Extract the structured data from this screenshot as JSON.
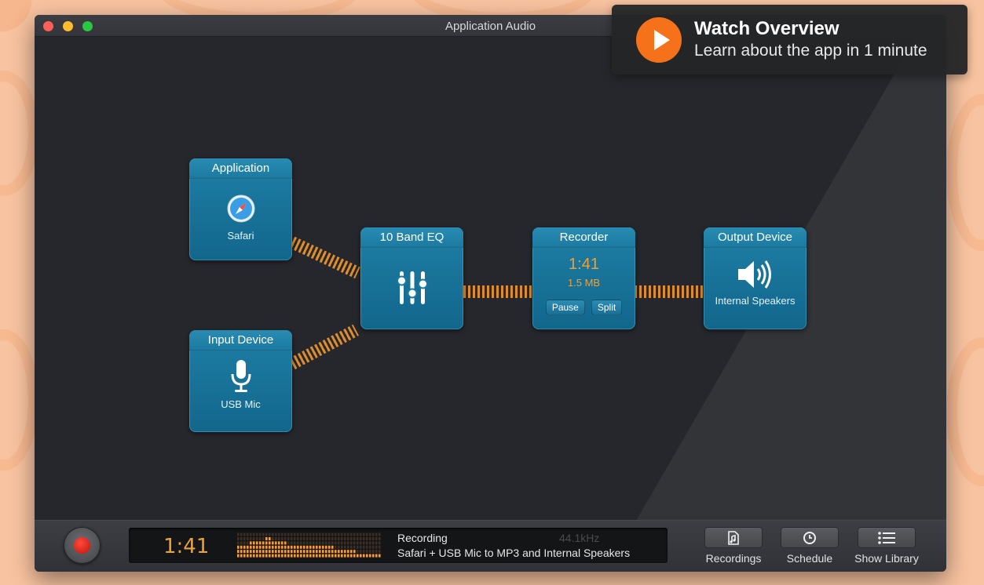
{
  "window": {
    "title": "Application Audio"
  },
  "nodes": {
    "application": {
      "header": "Application",
      "label": "Safari"
    },
    "input": {
      "header": "Input Device",
      "label": "USB Mic"
    },
    "eq": {
      "header": "10 Band EQ"
    },
    "recorder": {
      "header": "Recorder",
      "time": "1:41",
      "size": "1.5 MB",
      "pause": "Pause",
      "split": "Split"
    },
    "output": {
      "header": "Output Device",
      "label": "Internal Speakers"
    }
  },
  "bottombar": {
    "time": "1:41",
    "status": "Recording",
    "rate": "44.1kHz",
    "description": "Safari + USB Mic to MP3 and Internal Speakers",
    "tools": {
      "recordings": "Recordings",
      "schedule": "Schedule",
      "library": "Show Library"
    }
  },
  "overlay": {
    "title": "Watch Overview",
    "subtitle": "Learn about the app in 1 minute"
  },
  "colors": {
    "accent": "#f0a037",
    "node": "#1b7aa1",
    "play": "#f5721a",
    "record": "#e8251a"
  }
}
